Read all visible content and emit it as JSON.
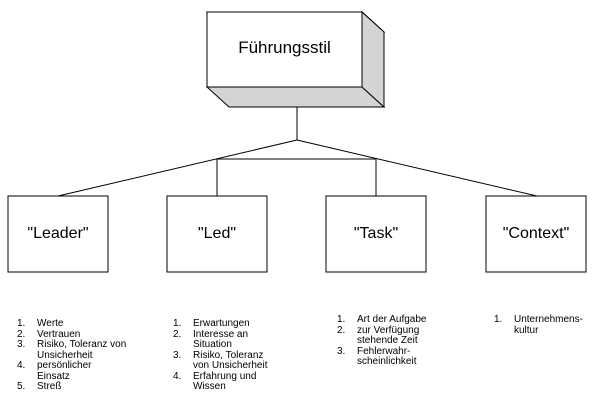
{
  "title": "Führungsstil",
  "factors": [
    {
      "label": "\"Leader\"",
      "items": [
        "Werte",
        "Vertrauen",
        "Risiko, Toleranz von Unsicherheit",
        "persönlicher Einsatz",
        "Streß"
      ]
    },
    {
      "label": "\"Led\"",
      "items": [
        "Erwartungen",
        "Interesse an Situation",
        "Risiko, Toleranz von Unsicherheit",
        "Erfahrung und Wissen"
      ]
    },
    {
      "label": "\"Task\"",
      "items": [
        "Art der Aufgabe",
        "zur Verfügung stehende Zeit",
        "Fehlerwahr-scheinlichkeit"
      ]
    },
    {
      "label": "\"Context\"",
      "items": [
        "Unternehmens-kultur"
      ]
    }
  ]
}
